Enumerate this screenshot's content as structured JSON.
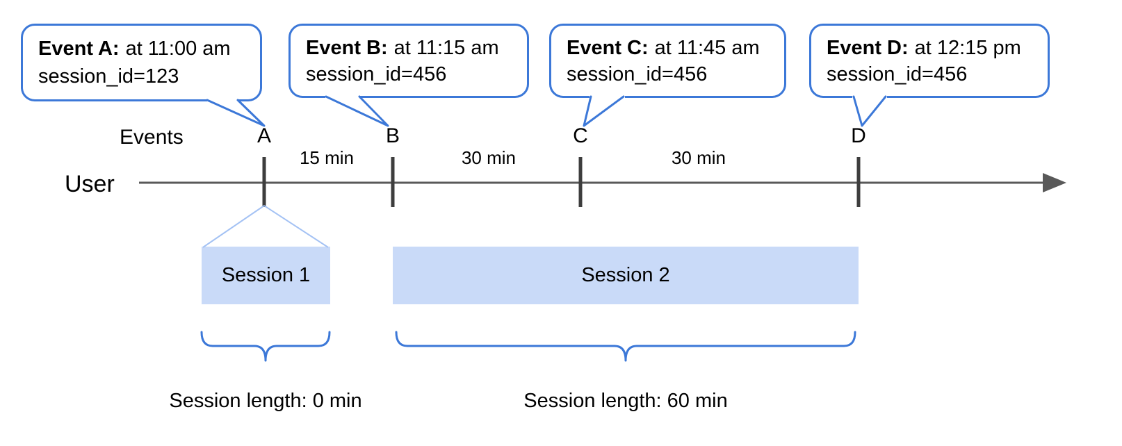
{
  "diagram": {
    "events_label": "Events",
    "user_label": "User",
    "bubbles": [
      {
        "title": "Event A:",
        "time": "at 11:00 am",
        "session": "session_id=123"
      },
      {
        "title": "Event B:",
        "time": "at 11:15 am",
        "session": "session_id=456"
      },
      {
        "title": "Event C:",
        "time": "at 11:45 am",
        "session": "session_id=456"
      },
      {
        "title": "Event D:",
        "time": "at 12:15 pm",
        "session": "session_id=456"
      }
    ],
    "markers": [
      "A",
      "B",
      "C",
      "D"
    ],
    "intervals": [
      "15 min",
      "30 min",
      "30 min"
    ],
    "sessions": [
      {
        "label": "Session 1",
        "length_label": "Session length: 0 min"
      },
      {
        "label": "Session 2",
        "length_label": "Session length: 60 min"
      }
    ],
    "colors": {
      "accent": "#3c78d8",
      "session_fill": "#c9daf8",
      "funnel": "#a4c2f4",
      "line": "#595959",
      "tick": "#3d3d3d",
      "text": "#000000"
    }
  }
}
